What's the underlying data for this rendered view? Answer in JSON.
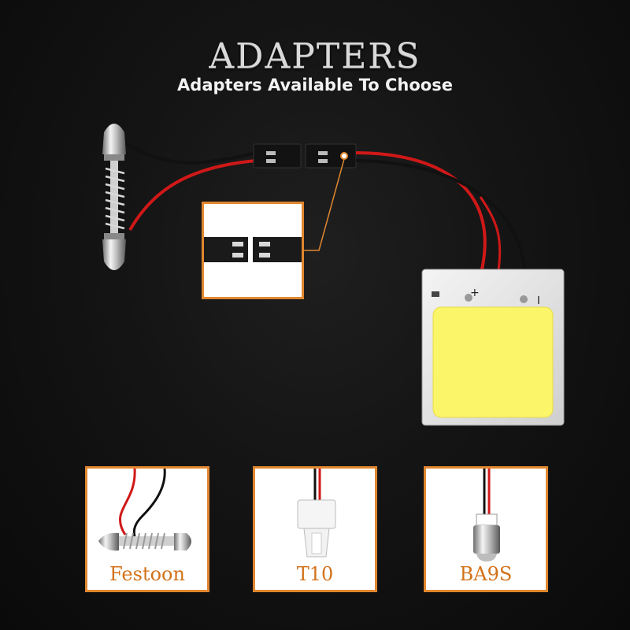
{
  "header": {
    "title": "ADAPTERS",
    "subtitle": "Adapters Available To Choose"
  },
  "colors": {
    "accent": "#e0872f",
    "label_text": "#d2721a",
    "wire_red": "#d01818",
    "wire_black": "#111111",
    "led_yellow": "#fbf56a"
  },
  "adapters": [
    {
      "label": "Festoon"
    },
    {
      "label": "T10"
    },
    {
      "label": "BA9S"
    }
  ],
  "board": {
    "plus_mark": "+",
    "minus_mark": "I"
  }
}
